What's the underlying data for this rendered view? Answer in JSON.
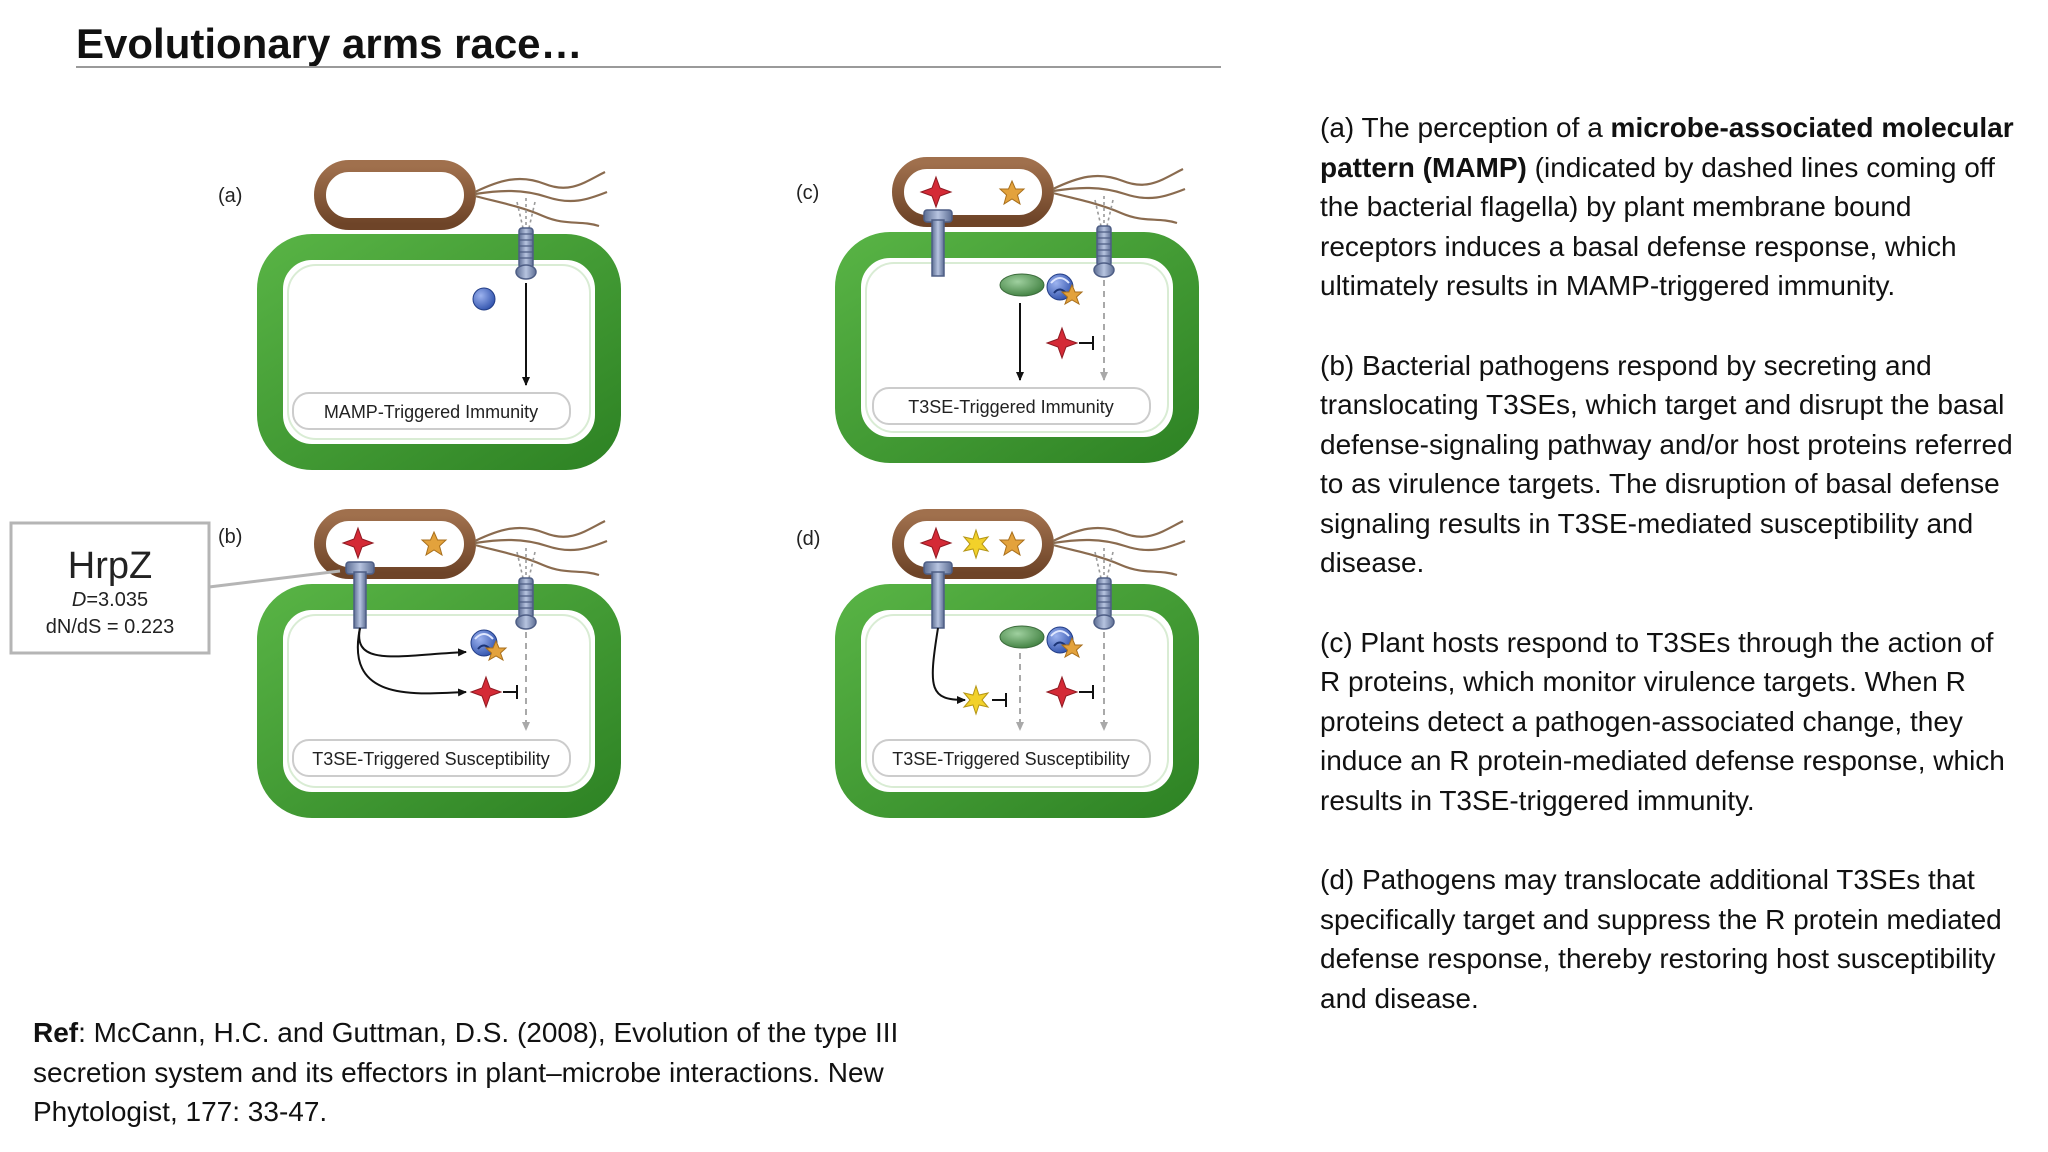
{
  "slide": {
    "title": "Evolutionary arms race…"
  },
  "diagram": {
    "panels": [
      {
        "letter": "(a)",
        "label": "MAMP-Triggered Immunity"
      },
      {
        "letter": "(b)",
        "label": "T3SE-Triggered Susceptibility"
      },
      {
        "letter": "(c)",
        "label": "T3SE-Triggered Immunity"
      },
      {
        "letter": "(d)",
        "label": "T3SE-Triggered Susceptibility"
      }
    ],
    "callout": {
      "name": "HrpZ",
      "d_prefix": "D",
      "d_value": "=3.035",
      "dnds": "dN/dS = 0.223"
    },
    "colors": {
      "cell_wall": "#3e9a2e",
      "bacterium": "#8a5a3c",
      "receptor": "#7e8fb3",
      "effector_red": "#d42a36",
      "effector_orange": "#e3a23c",
      "effector_yellow": "#f2d12a",
      "signal_blue": "#4a6cc4",
      "r_protein_green": "#5c9a5c"
    }
  },
  "description": {
    "a_pre": "(a) The perception of a ",
    "a_bold": "microbe-associated molecular pattern (MAMP)",
    "a_post": " (indicated by dashed lines coming off the bacterial flagella) by plant membrane bound receptors induces a basal defense response, which ultimately results in MAMP-triggered immunity.",
    "b": "(b) Bacterial pathogens respond by secreting and translocating T3SEs, which target and disrupt the basal defense-signaling pathway and/or host proteins referred to as virulence targets. The disruption of basal defense signaling results in T3SE-mediated susceptibility and disease.",
    "c": "(c) Plant hosts respond to T3SEs through the action of R proteins, which monitor virulence targets. When R proteins detect a pathogen-associated change, they induce an R protein-mediated defense response, which results in T3SE-triggered immunity.",
    "d": "(d) Pathogens may translocate additional T3SEs that specifically target and suppress the R protein mediated defense response, thereby restoring host susceptibility and disease."
  },
  "reference": {
    "label": "Ref",
    "text": ": McCann, H.C. and Guttman, D.S. (2008), Evolution of the type III secretion system and its effectors in plant–microbe interactions. New Phytologist, 177: 33-47."
  }
}
